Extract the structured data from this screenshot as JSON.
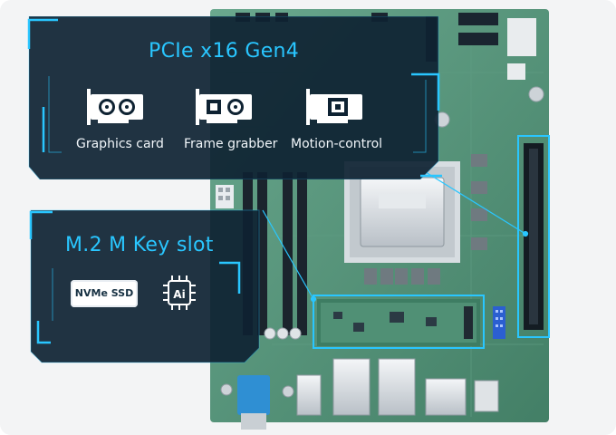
{
  "pcie_callout": {
    "title": "PCIe x16 Gen4",
    "items": [
      {
        "label": "Graphics card",
        "icon": "graphics-card-icon"
      },
      {
        "label": "Frame grabber",
        "icon": "frame-grabber-icon"
      },
      {
        "label": "Motion-control",
        "icon": "motion-control-card-icon"
      }
    ]
  },
  "m2_callout": {
    "title": "M.2 M Key slot",
    "items": [
      {
        "label": "NVMe SSD",
        "icon": "nvme-ssd-icon"
      },
      {
        "label": "Ai",
        "icon": "ai-chip-icon"
      }
    ]
  },
  "colors": {
    "accent_cyan": "#29c6ff",
    "panel_navy": "#0e2232",
    "pcb_green": "#4f8f75"
  }
}
